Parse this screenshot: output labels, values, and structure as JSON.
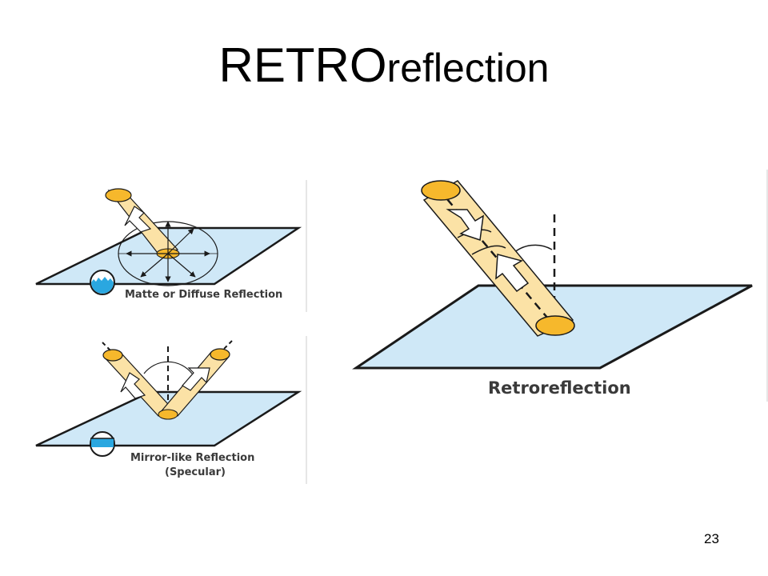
{
  "slide": {
    "title_main": "RETRO",
    "title_suffix": "reflection",
    "page_number": "23"
  },
  "diagrams": {
    "matte": {
      "label": "Matte or Diffuse Reflection"
    },
    "mirror": {
      "label_line1": "Mirror-like Reflection",
      "label_line2": "(Specular)"
    },
    "retro": {
      "label": "Retroreflection"
    }
  },
  "colors": {
    "plane_fill": "#cfe8f7",
    "plane_stroke": "#1a1a1a",
    "beam_fill": "#fbe2a6",
    "beam_end": "#f6b82c",
    "label_text": "#3a3a3a",
    "water": "#2aa7e0"
  }
}
